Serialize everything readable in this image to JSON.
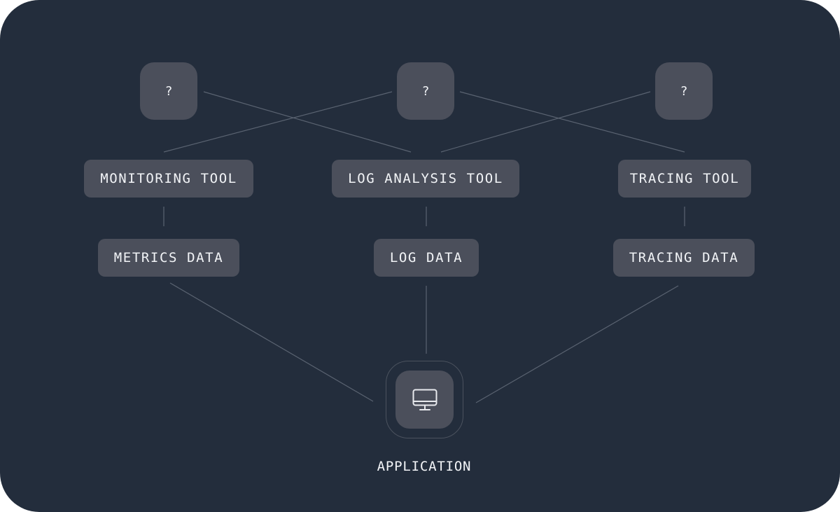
{
  "diagram": {
    "unknown_nodes": [
      {
        "label": "?"
      },
      {
        "label": "?"
      },
      {
        "label": "?"
      }
    ],
    "tools": [
      {
        "label": "MONITORING TOOL"
      },
      {
        "label": "LOG ANALYSIS TOOL"
      },
      {
        "label": "TRACING TOOL"
      }
    ],
    "data_sources": [
      {
        "label": "METRICS DATA"
      },
      {
        "label": "LOG DATA"
      },
      {
        "label": "TRACING DATA"
      }
    ],
    "application": {
      "label": "APPLICATION",
      "icon": "monitor-icon"
    }
  },
  "colors": {
    "background": "#232d3c",
    "node_fill": "#4b4f5b",
    "connector": "#5a6371",
    "text": "#f2f4f7"
  }
}
